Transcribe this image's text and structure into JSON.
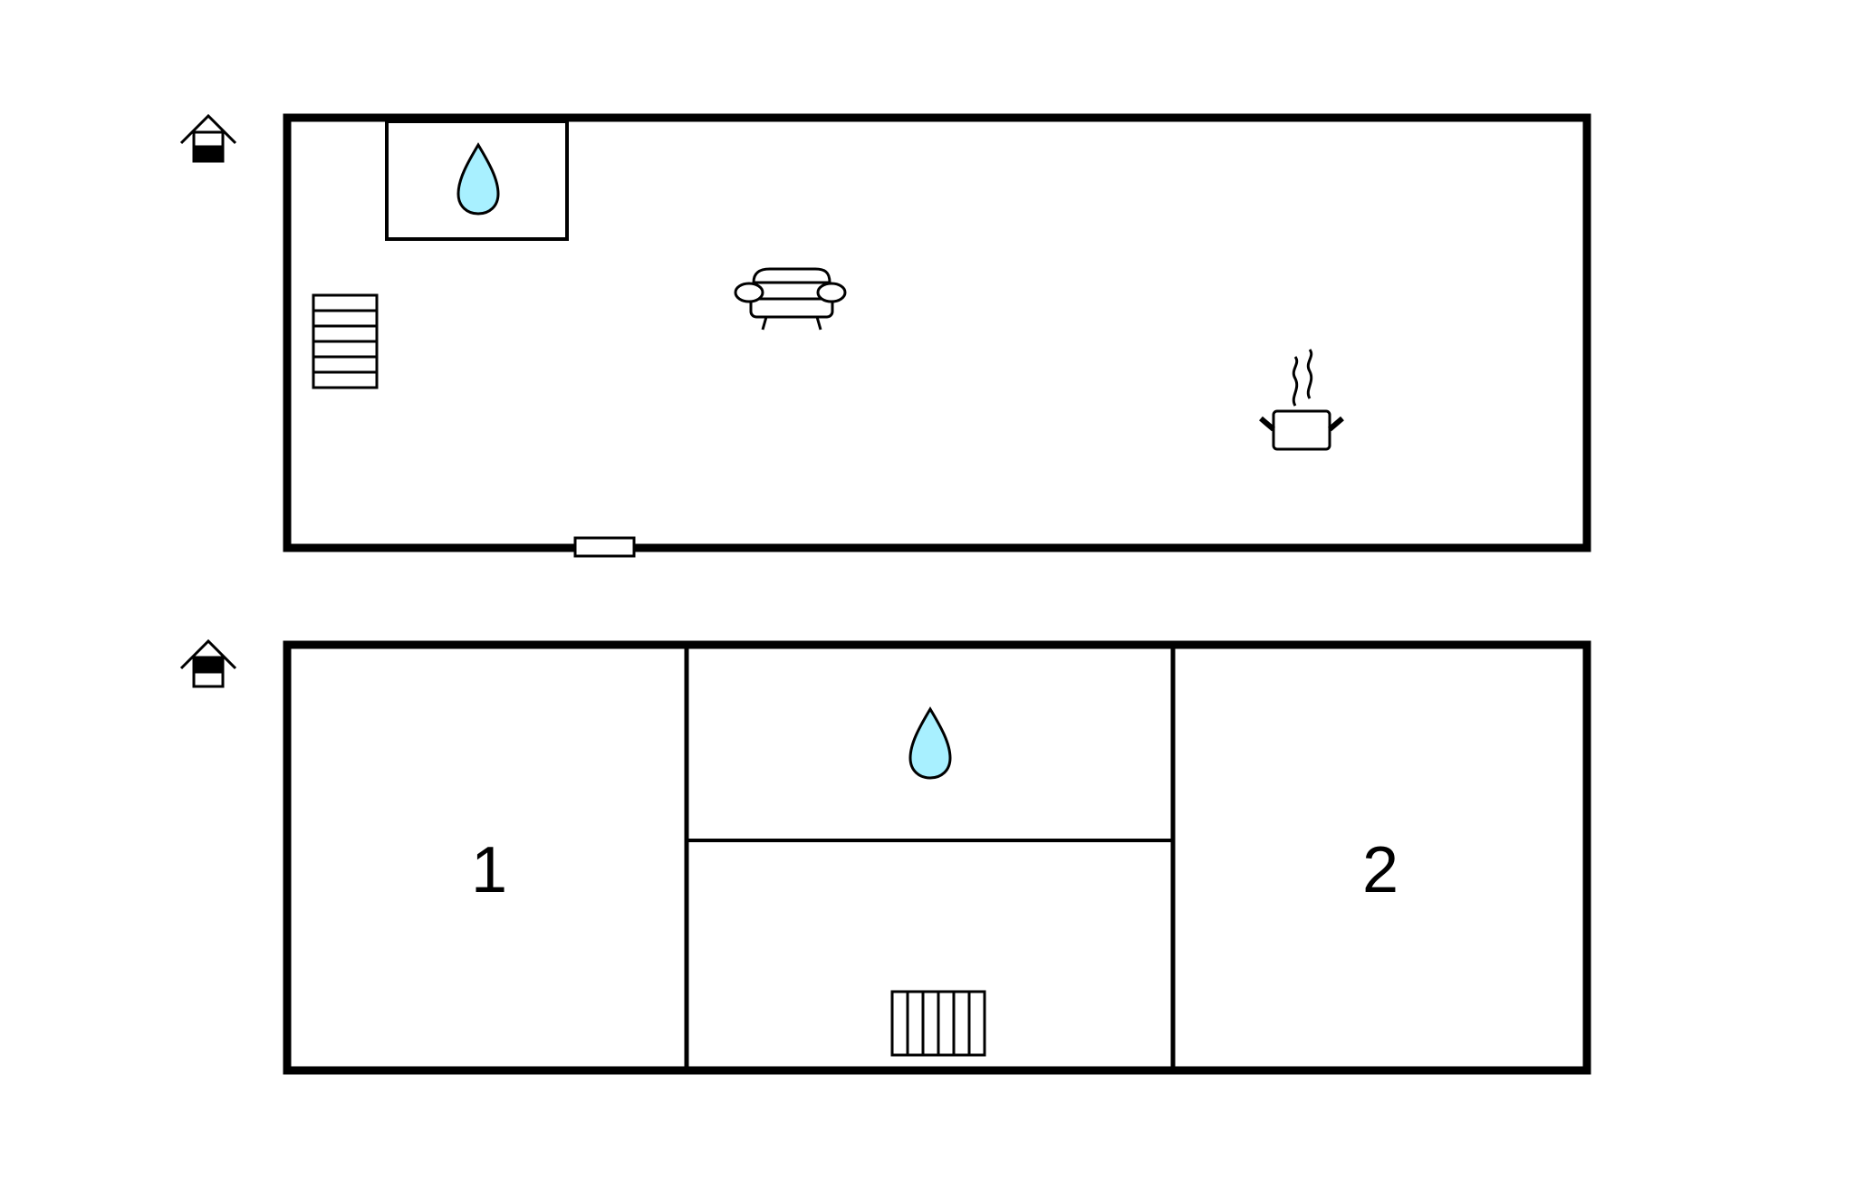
{
  "floors": [
    {
      "id": "ground-floor",
      "level_icon": "house-ground-floor-icon",
      "fixtures": [
        "bathroom-water-drop-icon",
        "staircase-icon",
        "living-room-sofa-icon",
        "kitchen-cooking-pot-icon",
        "front-door"
      ]
    },
    {
      "id": "upper-floor",
      "level_icon": "house-upper-floor-icon",
      "rooms": [
        {
          "id": "bedroom-1",
          "label": "1"
        },
        {
          "id": "bathroom",
          "fixture": "bathroom-water-drop-icon"
        },
        {
          "id": "hall",
          "fixture": "staircase-icon"
        },
        {
          "id": "bedroom-2",
          "label": "2"
        }
      ]
    }
  ],
  "colors": {
    "wall": "#000000",
    "water_drop": "#a8f0ff",
    "background": "#ffffff"
  }
}
